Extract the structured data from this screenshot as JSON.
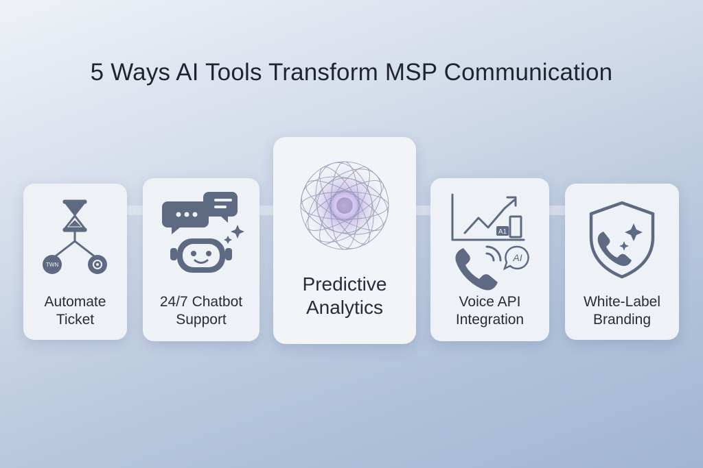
{
  "title": "5 Ways AI Tools Transform MSP Communication",
  "cards": [
    {
      "line1": "Automate",
      "line2": "Ticket",
      "icon": "hourglass-workflow-icon",
      "badge": "TWN"
    },
    {
      "line1": "24/7 Chatbot",
      "line2": "Support",
      "icon": "chatbot-robot-icon"
    },
    {
      "line1": "Predictive",
      "line2": "Analytics",
      "icon": "sphere-network-icon"
    },
    {
      "line1": "Voice API",
      "line2": "Integration",
      "icon": "phone-chart-icon",
      "chart_badge": "A1",
      "ai_badge": "AI"
    },
    {
      "line1": "White-Label",
      "line2": "Branding",
      "icon": "shield-phone-icon"
    }
  ],
  "colors": {
    "icon": "#5d6a82",
    "text": "#262c38",
    "card": "#eef1f6"
  }
}
